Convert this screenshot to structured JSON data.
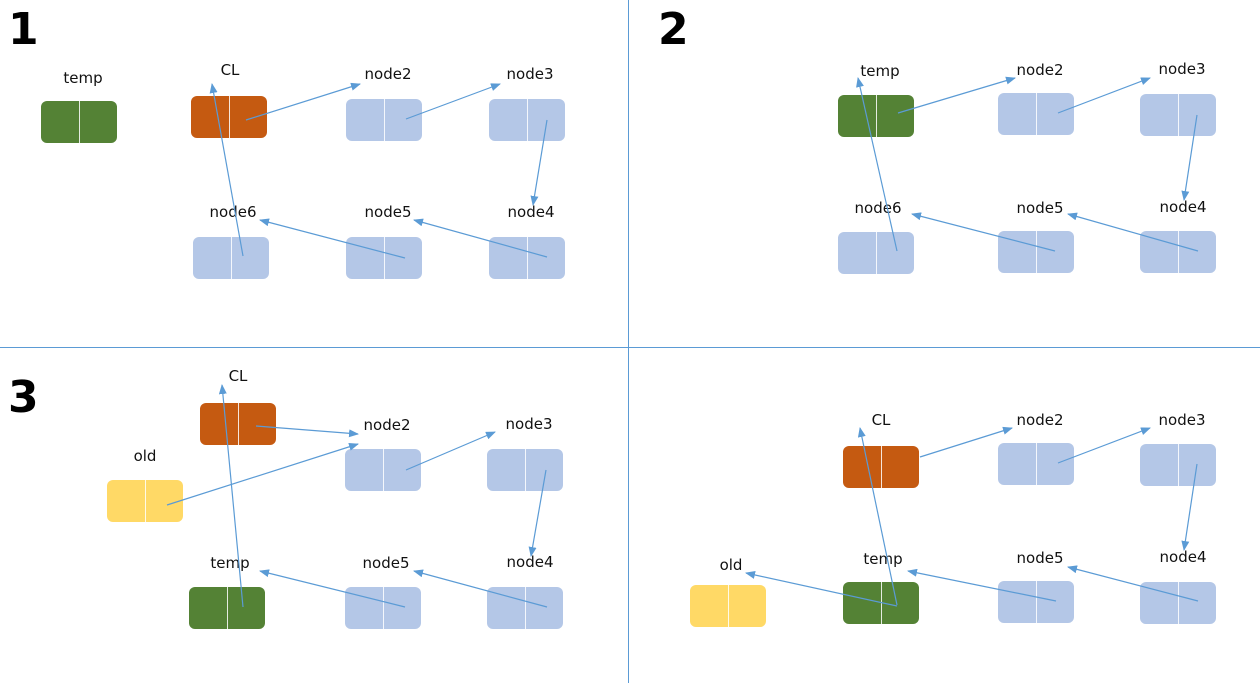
{
  "colors": {
    "blue": "#b4c7e7",
    "green": "#548235",
    "orange": "#c55a11",
    "yellow": "#ffd966",
    "arrow": "#5b9bd5",
    "divider": "#5b9bd5"
  },
  "quadrants": [
    {
      "number": "1",
      "nodes": [
        {
          "label": "temp",
          "color": "green"
        },
        {
          "label": "CL",
          "color": "orange"
        },
        {
          "label": "node2",
          "color": "blue"
        },
        {
          "label": "node3",
          "color": "blue"
        },
        {
          "label": "node6",
          "color": "blue"
        },
        {
          "label": "node5",
          "color": "blue"
        },
        {
          "label": "node4",
          "color": "blue"
        }
      ]
    },
    {
      "number": "2",
      "nodes": [
        {
          "label": "temp",
          "color": "green"
        },
        {
          "label": "node2",
          "color": "blue"
        },
        {
          "label": "node3",
          "color": "blue"
        },
        {
          "label": "node6",
          "color": "blue"
        },
        {
          "label": "node5",
          "color": "blue"
        },
        {
          "label": "node4",
          "color": "blue"
        }
      ]
    },
    {
      "number": "3",
      "nodes": [
        {
          "label": "CL",
          "color": "orange"
        },
        {
          "label": "node2",
          "color": "blue"
        },
        {
          "label": "node3",
          "color": "blue"
        },
        {
          "label": "old",
          "color": "yellow"
        },
        {
          "label": "temp",
          "color": "green"
        },
        {
          "label": "node5",
          "color": "blue"
        },
        {
          "label": "node4",
          "color": "blue"
        }
      ]
    },
    {
      "number": "",
      "nodes": [
        {
          "label": "CL",
          "color": "orange"
        },
        {
          "label": "node2",
          "color": "blue"
        },
        {
          "label": "node3",
          "color": "blue"
        },
        {
          "label": "old",
          "color": "yellow"
        },
        {
          "label": "temp",
          "color": "green"
        },
        {
          "label": "node5",
          "color": "blue"
        },
        {
          "label": "node4",
          "color": "blue"
        }
      ]
    }
  ]
}
